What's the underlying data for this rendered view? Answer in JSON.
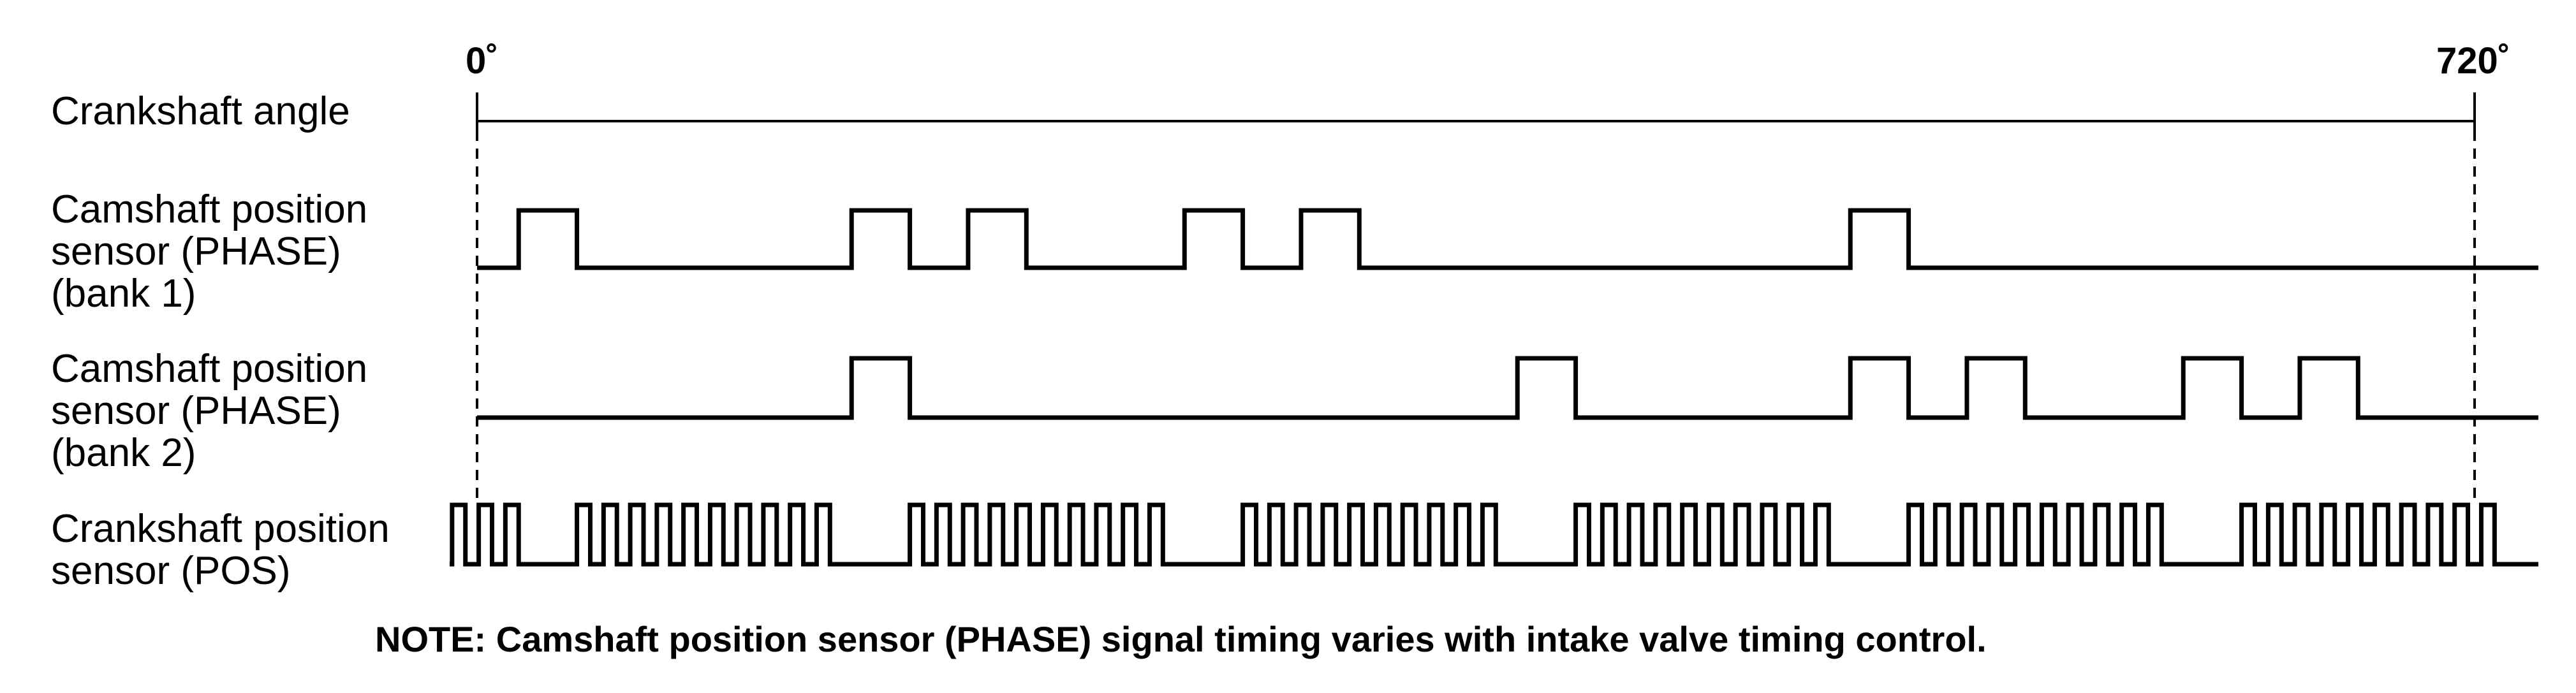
{
  "axis": {
    "start_label": "0˚",
    "end_label": "720˚"
  },
  "labels": {
    "crank_angle": "Crankshaft angle",
    "cam_bank1": [
      "Camshaft position",
      "sensor (PHASE)",
      "(bank 1)"
    ],
    "cam_bank2": [
      "Camshaft position",
      "sensor (PHASE)",
      "(bank 2)"
    ],
    "crank_pos": [
      "Crankshaft position",
      "sensor (POS)"
    ]
  },
  "note": "NOTE: Camshaft position sensor (PHASE) signal timing varies with intake valve timing control.",
  "signals": {
    "cam_bank1_pulses_deg": [
      [
        15,
        36
      ],
      [
        135,
        156
      ],
      [
        177,
        198
      ],
      [
        255,
        276
      ],
      [
        297,
        318
      ],
      [
        495,
        516
      ]
    ],
    "cam_bank2_pulses_deg": [
      [
        135,
        156
      ],
      [
        375,
        396
      ],
      [
        495,
        516
      ],
      [
        537,
        558
      ],
      [
        615,
        636
      ],
      [
        657,
        678
      ]
    ],
    "crank_pos": {
      "teeth_per_group": 10,
      "group_starts_deg": [
        -9,
        36,
        156,
        276,
        396,
        516,
        636
      ],
      "tooth_pitch_deg": 9.6,
      "first_group_teeth": 3
    }
  }
}
